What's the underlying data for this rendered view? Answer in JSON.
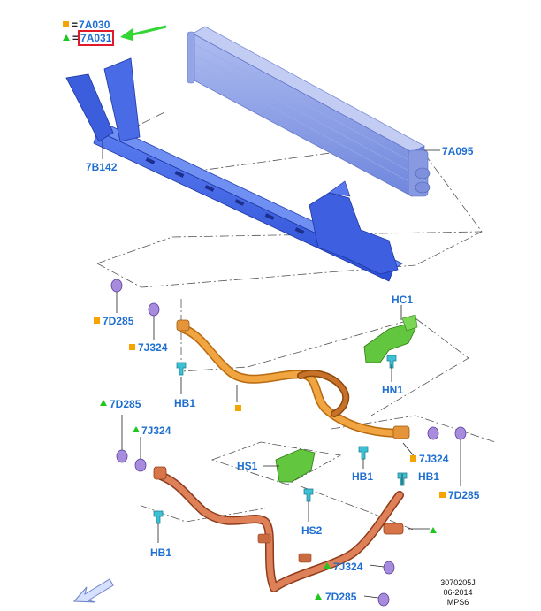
{
  "legend": {
    "square_symbol": "orange-square-icon",
    "square_part": "7A030",
    "triangle_symbol": "green-triangle-icon",
    "triangle_part": "7A031",
    "equals": "="
  },
  "callouts": {
    "label_7B142": "7B142",
    "label_7A095": "7A095",
    "label_HC1": "HC1",
    "label_HN1": "HN1",
    "label_7D285_sq_top": "7D285",
    "label_7J324_sq_top": "7J324",
    "label_HB1_top": "HB1",
    "label_7D285_tri_left": "7D285",
    "label_7J324_tri_left": "7J324",
    "label_HS1": "HS1",
    "label_HS2": "HS2",
    "label_HB1_left": "HB1",
    "label_7J324_sq_right": "7J324",
    "label_HB1_mid": "HB1",
    "label_HB1_right": "HB1",
    "label_7D285_sq_right": "7D285",
    "label_7J324_tri_bottom": "7J324",
    "label_7D285_tri_bottom": "7D285"
  },
  "info_block": {
    "drawing_number": "3070205J",
    "date": "06-2014",
    "code": "MPS6"
  },
  "colors": {
    "label_blue": "#1f6fd1",
    "bracket_blue": "#3a5fe0",
    "cooler_blue": "#8a9ee8",
    "upper_tube_orange": "#f0a03a",
    "lower_tube_copper": "#d9774a",
    "clip_green": "#5cc23a",
    "fastener_purple": "#9b7fd6",
    "bolt_teal": "#2fb3c9",
    "marker_orange": "#f5a400",
    "marker_green": "#1ec71e",
    "highlight_red": "#e0192b",
    "arrow_green": "#2fd12f"
  },
  "icons": {
    "legend_pointer": "green-arrow-icon",
    "orientation": "direction-arrow-icon"
  }
}
